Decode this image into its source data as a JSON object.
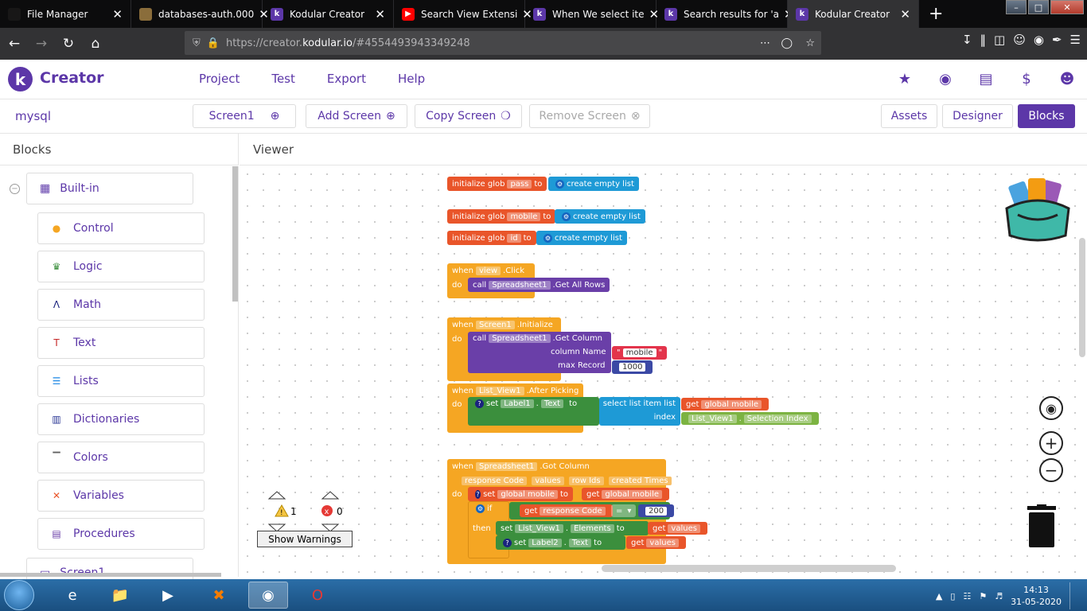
{
  "browser": {
    "tabs": [
      {
        "label": "File Manager",
        "icon": "github-icon",
        "color": "#181717"
      },
      {
        "label": "databases-auth.000",
        "icon": "db-icon",
        "color": "#8a6d3b"
      },
      {
        "label": "Kodular Creator",
        "icon": "kodular-icon",
        "color": "#5c37a8"
      },
      {
        "label": "Search View Extensi",
        "icon": "youtube-icon",
        "color": "#ff0000"
      },
      {
        "label": "When We select ite",
        "icon": "kodular-icon",
        "color": "#5c37a8"
      },
      {
        "label": "Search results for 'a",
        "icon": "kodular-icon",
        "color": "#5c37a8"
      },
      {
        "label": "Kodular Creator",
        "icon": "kodular-icon",
        "color": "#5c37a8",
        "active": true
      }
    ],
    "url_prefix": "https://creator.",
    "url_domain": "kodular.io",
    "url_suffix": "/#4554493943349248"
  },
  "app": {
    "brand": "Creator",
    "logo_letter": "k",
    "menu": [
      "Project",
      "Test",
      "Export",
      "Help"
    ]
  },
  "toolbar": {
    "project": "mysql",
    "screen": "Screen1",
    "add_screen": "Add Screen",
    "copy_screen": "Copy Screen",
    "remove_screen": "Remove Screen",
    "assets": "Assets",
    "designer": "Designer",
    "blocks": "Blocks"
  },
  "panels": {
    "blocks_title": "Blocks",
    "viewer_title": "Viewer",
    "builtin": "Built-in",
    "next_item": "Screen1"
  },
  "categories": [
    {
      "label": "Control",
      "icon": "control-icon",
      "color": "#f5a623"
    },
    {
      "label": "Logic",
      "icon": "logic-icon",
      "color": "#3b8f3d"
    },
    {
      "label": "Math",
      "icon": "math-icon",
      "color": "#1a237e"
    },
    {
      "label": "Text",
      "icon": "text-icon",
      "color": "#c62828"
    },
    {
      "label": "Lists",
      "icon": "lists-icon",
      "color": "#1e88e5"
    },
    {
      "label": "Dictionaries",
      "icon": "dictionaries-icon",
      "color": "#283593"
    },
    {
      "label": "Colors",
      "icon": "colors-icon",
      "color": "#616161"
    },
    {
      "label": "Variables",
      "icon": "variables-icon",
      "color": "#e9552a"
    },
    {
      "label": "Procedures",
      "icon": "procedures-icon",
      "color": "#6a3fa8"
    }
  ],
  "blocks": {
    "init_global": "initialize glob",
    "to": "to",
    "create_empty_list": "create empty list",
    "var_pass": "pass",
    "var_mobile": "mobile",
    "var_id": "id",
    "when": "when",
    "do": "do",
    "call": "call",
    "view": "view",
    "click": ".Click",
    "spreadsheet": "Spreadsheet1",
    "get_all_rows": ".Get All Rows",
    "screen1": "Screen1",
    "initialize": ".Initialize",
    "get_column": ".Get Column",
    "column_name": "column Name",
    "mobile_text": "mobile",
    "max_record": "max Record",
    "max_value": "1000",
    "list_view": "List_View1",
    "after_picking": ".After Picking",
    "set": "set",
    "label1": "Label1",
    "text_prop": "Text",
    "select_list_item": "select list item  list",
    "get": "get",
    "global_mobile": "global mobile",
    "index": "index",
    "selection_index": "Selection Index",
    "got_column": ".Got Column",
    "response_code": "response Code",
    "values": "values",
    "row_ids": "row Ids",
    "created_times": "created Times",
    "if": "if",
    "then": "then",
    "eq": "=",
    "code_200": "200",
    "elements": "Elements",
    "label2": "Label2"
  },
  "warnings": {
    "warn_count": "1",
    "error_count": "0",
    "show_warnings": "Show Warnings"
  },
  "taskbar": {
    "time": "14:13",
    "date": "31-05-2020"
  }
}
